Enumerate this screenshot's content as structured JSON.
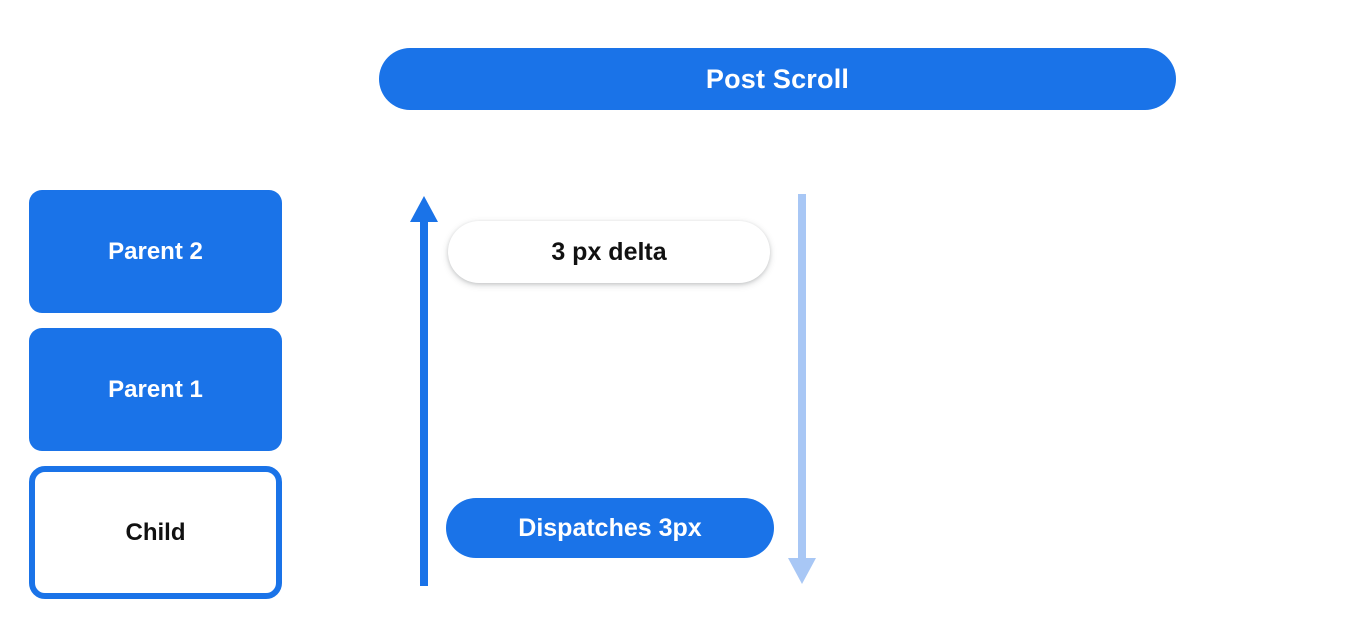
{
  "diagram": {
    "title": "Post Scroll",
    "background_color": "#ffffff",
    "accent_color": "#1a73e8",
    "muted_accent_color": "#a8c7f5"
  },
  "header": {
    "label": "Post Scroll"
  },
  "hierarchy": {
    "nodes": [
      {
        "label": "Parent 2",
        "style": "filled"
      },
      {
        "label": "Parent 1",
        "style": "filled"
      },
      {
        "label": "Child",
        "style": "outlined"
      }
    ]
  },
  "flow": {
    "scroll_arrow": {
      "icon": "arrow-up-icon",
      "direction": "up",
      "color": "#1a73e8"
    },
    "dispatch_arrow": {
      "icon": "arrow-down-icon",
      "direction": "down",
      "color": "#a8c7f5"
    },
    "delta_chip": {
      "label": "3 px delta"
    },
    "dispatch_chip": {
      "label": "Dispatches 3px"
    }
  }
}
